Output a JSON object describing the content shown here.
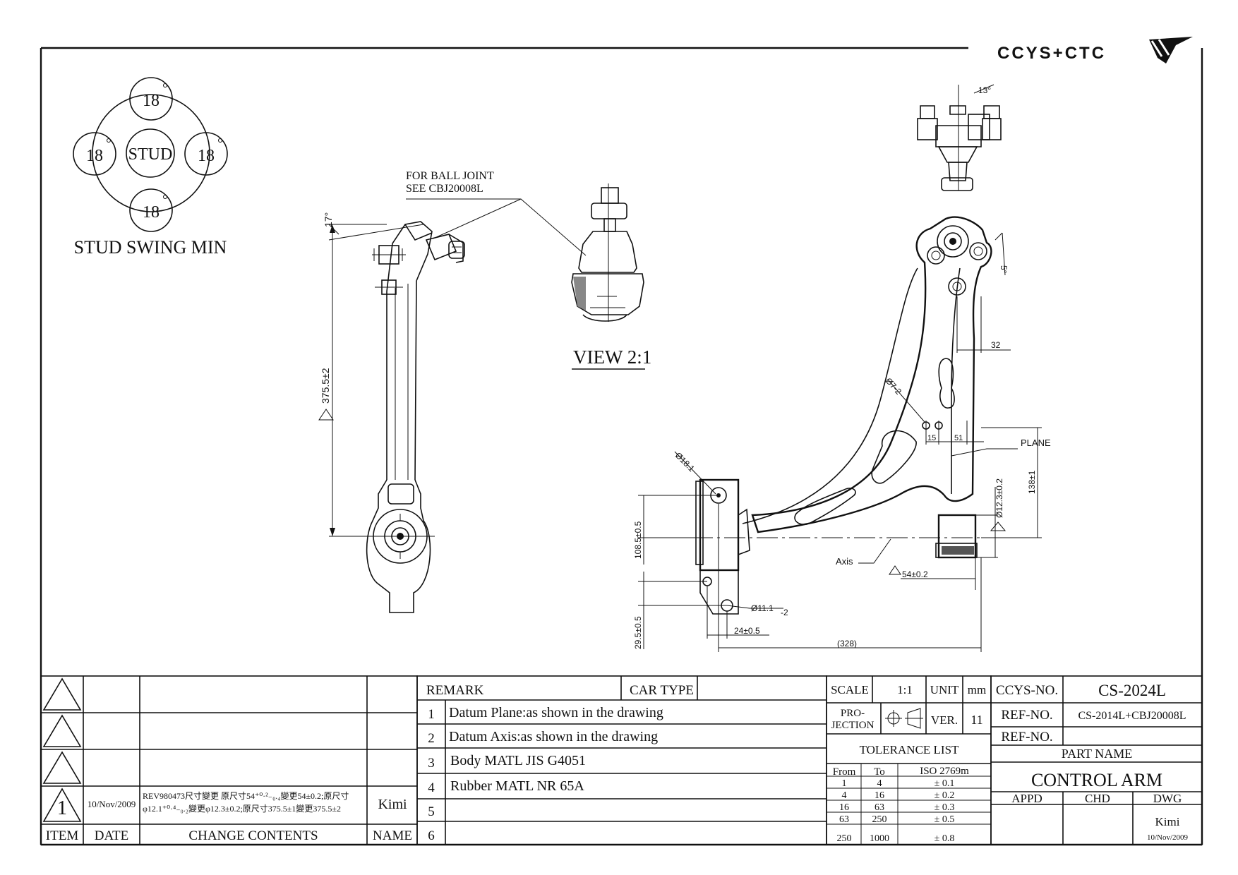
{
  "brand": {
    "logo_text": "CCYS+CTC"
  },
  "stud_swing": {
    "center_label": "STUD",
    "top": "18",
    "left": "18",
    "right": "18",
    "bottom": "18",
    "title": "STUD SWING MIN"
  },
  "callouts": {
    "ball_joint_line1": "FOR BALL JOINT",
    "ball_joint_line2": "SEE  CBJ20008L",
    "view_label": "VIEW 2:1"
  },
  "dimensions": {
    "side_angle": "17°",
    "side_length": "375.5±2",
    "top_angle": "13°",
    "right_angle": "5°",
    "d32": "32",
    "phi7": "Ø7-2",
    "d15": "15",
    "d51": "51",
    "plane": "PLANE",
    "phi18": "Ø18.1",
    "phi123": "Ø12.3±0.2",
    "d138": "138±1",
    "d1085": "108.5±0.5",
    "axis": "Axis",
    "d54": "54±0.2",
    "phi111": "Ø11.1",
    "phi111_suffix": "-2",
    "d295": "29.5±0.5",
    "d24": "24±0.5",
    "d328": "(328)"
  },
  "revision_table": {
    "headers": {
      "item": "ITEM",
      "date": "DATE",
      "change": "CHANGE CONTENTS",
      "name": "NAME"
    },
    "rev1": {
      "item": "1",
      "date": "10/Nov/2009",
      "change_line1": "REV980473尺寸變更 原尺寸54⁺⁰·²₋₀.₄變更54±0.2;原尺寸",
      "change_line2": "φ12.1⁺⁰·⁴₋₀.₂變更φ12.3±0.2;原尺寸375.5±1變更375.5±2",
      "name": "Kimi"
    }
  },
  "remarks": {
    "title": "REMARK",
    "car_type": "CAR TYPE",
    "items": [
      {
        "no": "1",
        "text": "Datum Plane:as shown in the drawing"
      },
      {
        "no": "2",
        "text": "Datum Axis:as shown in the drawing"
      },
      {
        "no": "3",
        "text": "Body MATL JIS G4051"
      },
      {
        "no": "4",
        "text": "Rubber MATL NR 65A"
      },
      {
        "no": "5",
        "text": ""
      },
      {
        "no": "6",
        "text": ""
      }
    ]
  },
  "specs": {
    "scale_label": "SCALE",
    "scale_value": "1:1",
    "unit_label": "UNIT",
    "unit_value": "mm",
    "projection_line1": "PRO-",
    "projection_line2": "JECTION",
    "ver_label": "VER.",
    "ver_value": "11",
    "tolerance_title": "TOLERANCE LIST",
    "tol_headers": {
      "from": "From",
      "to": "To",
      "iso": "ISO 2769m"
    },
    "tolerances": [
      {
        "from": "1",
        "to": "4",
        "tol": "± 0.1"
      },
      {
        "from": "4",
        "to": "16",
        "tol": "± 0.2"
      },
      {
        "from": "16",
        "to": "63",
        "tol": "± 0.3"
      },
      {
        "from": "63",
        "to": "250",
        "tol": "± 0.5"
      },
      {
        "from": "250",
        "to": "1000",
        "tol": "± 0.8"
      }
    ]
  },
  "title_block": {
    "ccys_label": "CCYS-NO.",
    "ccys_value": "CS-2024L",
    "ref_label": "REF-NO.",
    "ref_value": "CS-2014L+CBJ20008L",
    "ref2_label": "REF-NO.",
    "ref2_value": "",
    "part_name_label": "PART NAME",
    "part_name": "CONTROL ARM",
    "appd": "APPD",
    "chd": "CHD",
    "dwg": "DWG",
    "dwg_name": "Kimi",
    "dwg_date": "10/Nov/2009"
  }
}
